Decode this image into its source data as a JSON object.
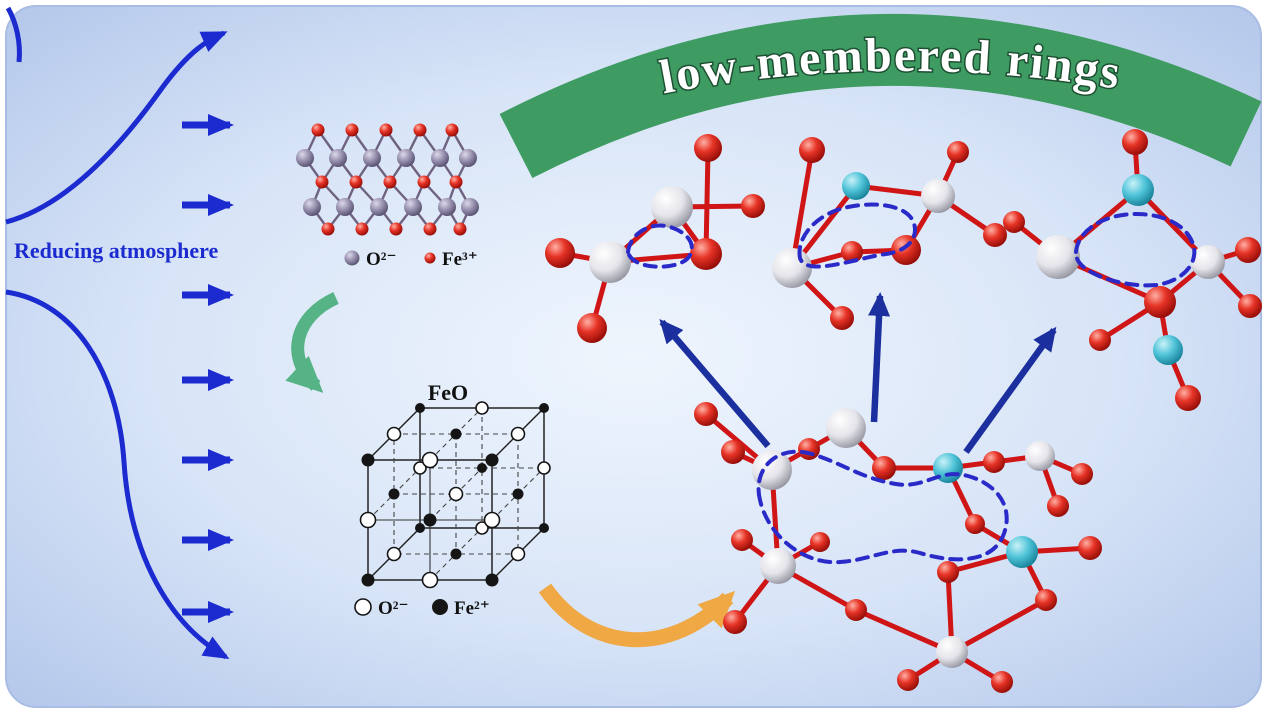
{
  "banner": {
    "text": "low-membered rings",
    "color": "#3e9c62"
  },
  "left_panel": {
    "reducing_atmosphere": "Reducing atmosphere",
    "arrow_color": "#1b2bd0"
  },
  "hematite": {
    "legend_oxygen": "O²⁻",
    "legend_iron": "Fe³⁺"
  },
  "wustite": {
    "title": "FeO",
    "legend_oxygen": "O²⁻",
    "legend_iron": "Fe²⁺"
  },
  "palette": {
    "oxygen_atom": "#cf1515",
    "white_cation_atom": "#e8e8ec",
    "cyan_cation_atom": "#4fc3d8",
    "ring_highlight": "#2a2ac8",
    "transform_arrow_green": "#55b385",
    "transform_arrow_orange": "#f0a844"
  }
}
